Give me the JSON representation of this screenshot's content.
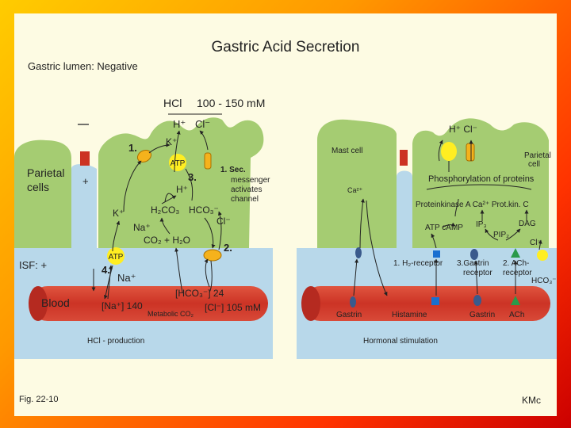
{
  "title": "Gastric Acid Secretion",
  "lumen_label": "Gastric lumen: Negative",
  "hcl_label": "HCl",
  "hcl_conc": "100 - 150 mM",
  "h_ion": "H⁺",
  "cl_ion": "Cl⁻",
  "k_ion": "K⁺",
  "parietal_cells": [
    "Parietal",
    "cells"
  ],
  "plus_sign": "+",
  "atp": "ATP",
  "step1": "1.",
  "step2": "2.",
  "step3": "3.",
  "step4": "4.",
  "step1_text": [
    "1. Sec.",
    "messenger",
    "activates",
    "channel"
  ],
  "h2co3": "H₂CO₃",
  "hco3": "HCO₃⁻",
  "h_ion2": "H⁺",
  "cl_ion2": "Cl⁻",
  "k_ion2": "K⁺",
  "na_ion": "Na⁺",
  "na_ion2": "Na⁺",
  "co2_h2o": "CO₂ + H₂O",
  "isf": "ISF: +",
  "blood": "Blood",
  "na_blood": "[Na⁺] 140",
  "hco3_blood": "[HCO₃⁻] 24",
  "cl_blood": "[Cl⁻] 105 mM",
  "metabolic_co2": "Metabolic CO₂",
  "caption_left": "HCl - production",
  "caption_right": "Hormonal stimulation",
  "mast_cell": "Mast cell",
  "parietal_cell": [
    "Parietal",
    "cell"
  ],
  "hcl_right": "H⁺ Cl⁻",
  "phosphorylation": "Phosphorylation of proteins",
  "ca_ion": "Ca²⁺",
  "proteinkinase": "Proteinkinase A  Ca²⁺  Prot.kin. C",
  "atp_camp": "ATP   cAMP",
  "ip3": "IP₃",
  "pip2": "PIP₂",
  "dag": "DAG",
  "cl_right": "Cl⁻",
  "hco3_right": "HCO₃⁻",
  "h2_receptor": "1. H₂-receptor",
  "gastrin_receptor": [
    "3.Gastrin",
    "receptor"
  ],
  "ach_receptor": [
    "2. ACh-",
    "receptor"
  ],
  "gastrin1": "Gastrin",
  "histamine": "Histamine",
  "gastrin2": "Gastrin",
  "ach": "ACh",
  "fig": "Fig. 22-10",
  "initials": "KMc",
  "colors": {
    "cell_green": "#a5cc72",
    "isf_blue": "#b8d8ea",
    "blood_red": "#d94035",
    "atp_yellow": "#ffee22"
  }
}
